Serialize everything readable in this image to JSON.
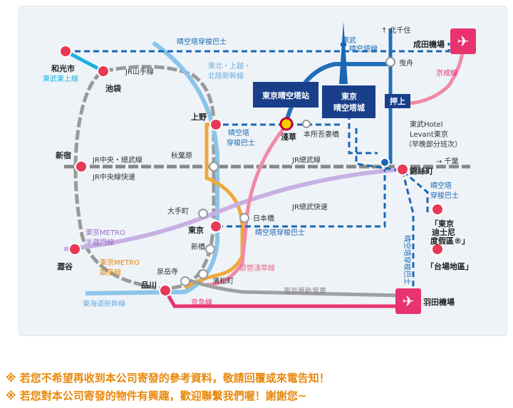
{
  "map": {
    "stations": {
      "wakoshi": "和光市",
      "ikebukuro": "池袋",
      "shinjuku": "新宿",
      "shibuya": "澀谷",
      "shinagawa": "品川",
      "sengakuji": "泉岳寺",
      "shinbashi": "新橋",
      "tokyo": "東京",
      "otemachi": "大手町",
      "akihabara": "秋葉原",
      "ueno": "上野",
      "asakusa": "淺草",
      "kinshicho": "錦絲町",
      "oshiage": "押上",
      "hikifune": "曳舟",
      "narita": "成田機場",
      "haneda": "羽田機場",
      "nihonbashi": "日本橋",
      "hamamatsucho": "濱松町",
      "honjo": "本所吾妻橋"
    },
    "landmarks": {
      "skytree_station": "東京晴空塔站",
      "skytree_town_l1": "東京",
      "skytree_town_l2": "晴空塔城",
      "hotel_l1": "東武Hotel",
      "hotel_l2": "Levant東京",
      "hotel_l3": "（早晚部分班次）",
      "disney_l1": "「東京",
      "disney_l2": "迪士尼",
      "disney_l3": "度假區®」",
      "odaiba": "「台場地區」"
    },
    "lines": {
      "bus_top": "晴空塔穿梭巴士",
      "tobu_skytree_l1": "東武",
      "tobu_skytree_l2": "晴空塔線",
      "kitasenju": "↑ 北千住",
      "keisei": "京成線",
      "tobu_tojo": "東武東上線",
      "yamanote": "JR山手線",
      "tohoku_l1": "東北・上越・",
      "tohoku_l2": "北陸新幹線",
      "ueno_bus_l1": "晴空塔",
      "ueno_bus_l2": "穿梭巴士",
      "chuo_sobu": "JR中央・總武線",
      "chuo_rapid": "JR中央線快速",
      "sobu_line": "JR總武線",
      "to_chiba": "→ 千葉",
      "disney_bus_l1": "晴空塔",
      "disney_bus_l2": "穿梭巴士",
      "sobu_rapid": "JR總武快速",
      "hanzomon_l1": "東京METRO",
      "hanzomon_l2": "半藏門線",
      "ginza_l1": "東京METRO",
      "ginza_l2": "銀座線",
      "tokyo_bus": "晴空塔穿梭巴士",
      "asakusa_line": "都營淺草線",
      "monorail": "東京單軌電車",
      "tokaido": "東海道新幹線",
      "keikyu": "京急線",
      "haneda_bus": "晴空塔穿梭巴士"
    },
    "colors": {
      "bus": "#1a66b3",
      "yamanote": "#999999",
      "chuo": "#f0a83a",
      "hanzomon": "#b99ad8",
      "asakusa_line": "#e86a8a",
      "keikyu": "#e8336e",
      "tokaido": "#6aaee0",
      "tobu_tojo": "#1ab0e0",
      "station": "#e63a55"
    }
  },
  "notices": {
    "line1": "※ 若您不希望再收到本公司寄發的參考資料，敬請回覆或來電告知！",
    "line2": "※ 若您對本公司寄發的物件有興趣，歡迎聯繫我們喔！謝謝您~"
  }
}
